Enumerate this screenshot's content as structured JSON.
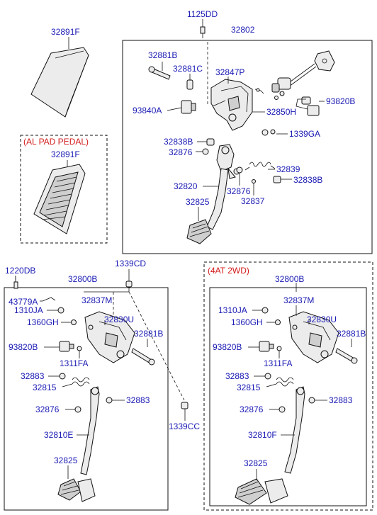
{
  "labels": {
    "l1125dd": "1125DD",
    "l32802": "32802",
    "l32891f_top": "32891F",
    "l32881b_top": "32881B",
    "l32881c": "32881C",
    "l32847p": "32847P",
    "l93820b_top": "93820B",
    "l93840a": "93840A",
    "l32850h": "32850H",
    "l1339ga": "1339GA",
    "al_pad_title": "(AL PAD PEDAL)",
    "l32891f_al": "32891F",
    "l32838b_1": "32838B",
    "l32876_1": "32876",
    "l32839": "32839",
    "l32838b_2": "32838B",
    "l32820": "32820",
    "l32876_2": "32876",
    "l32837": "32837",
    "l32825_top": "32825",
    "l1220db": "1220DB",
    "l1339cd": "1339CD",
    "l32800b_l": "32800B",
    "l43779a": "43779A",
    "l32837m_l": "32837M",
    "l1310ja_l": "1310JA",
    "l32830u_l": "32830U",
    "l1360gh_l": "1360GH",
    "l32881b_l": "32881B",
    "l93820b_l": "93820B",
    "l1311fa_l": "1311FA",
    "l32883_l1": "32883",
    "l32815_l": "32815",
    "l32883_l2": "32883",
    "l32876_l": "32876",
    "l32810e": "32810E",
    "l32825_l": "32825",
    "l1339cc": "1339CC",
    "at_title": "(4AT 2WD)",
    "l32800b_r": "32800B",
    "l32837m_r": "32837M",
    "l1310ja_r": "1310JA",
    "l32830u_r": "32830U",
    "l1360gh_r": "1360GH",
    "l32881b_r": "32881B",
    "l93820b_r": "93820B",
    "l1311fa_r": "1311FA",
    "l32883_r1": "32883",
    "l32815_r": "32815",
    "l32883_r2": "32883",
    "l32876_r": "32876",
    "l32810f": "32810F",
    "l32825_r": "32825"
  }
}
